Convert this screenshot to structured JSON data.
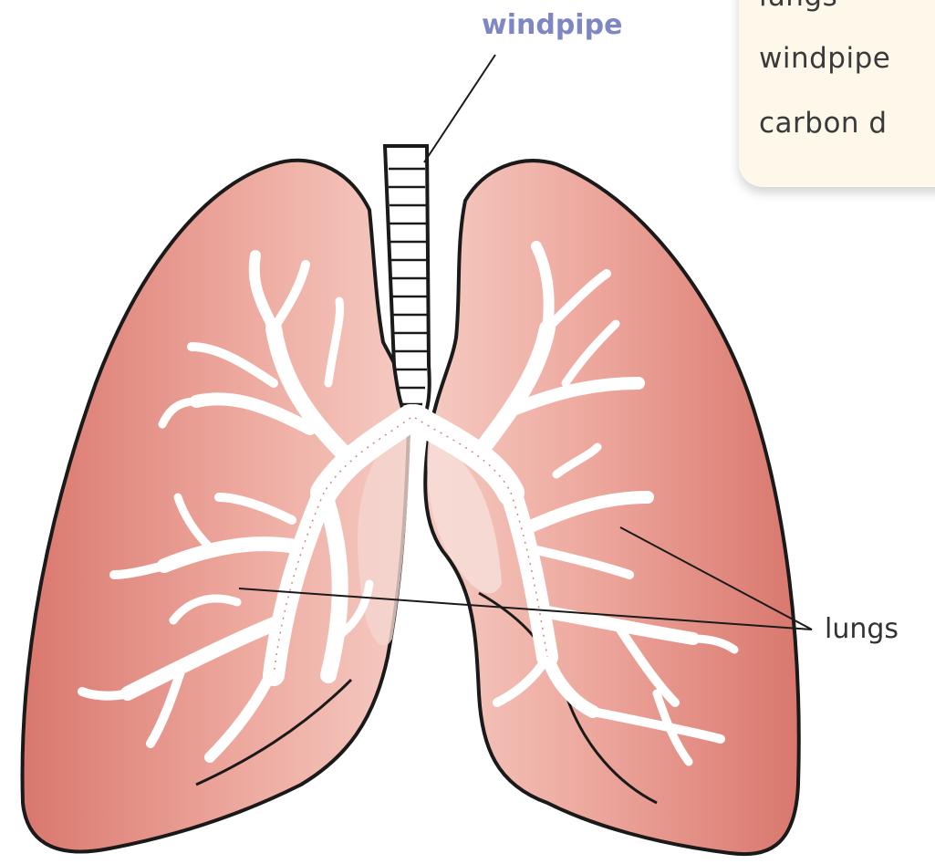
{
  "labels": {
    "windpipe": "windpipe",
    "lungs": "lungs"
  },
  "word_box": {
    "words": [
      "lungs",
      "windpipe",
      "carbon d"
    ]
  },
  "colors": {
    "lung_fill": "#de8a80",
    "lung_light": "#f2c4ba",
    "bronchi": "#ffffff",
    "outline": "#1a1a1a",
    "windpipe_label": "#7f86c4"
  }
}
